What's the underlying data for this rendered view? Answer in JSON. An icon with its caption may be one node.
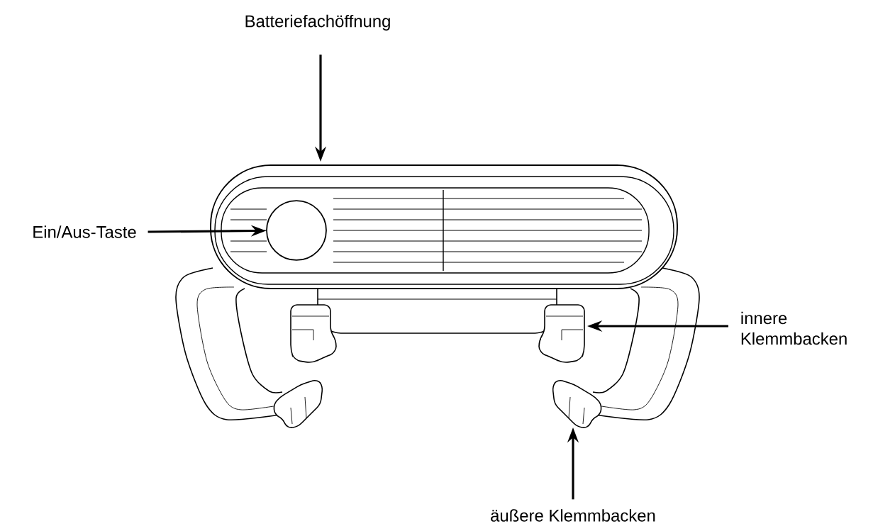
{
  "diagram": {
    "nodes": [
      {
        "text": [
          "Batteriefachöffnung"
        ]
      },
      {
        "text": [
          "Ein/Aus-Taste"
        ]
      },
      {
        "text": [],
        "shape": "circle"
      },
      {
        "text": [
          "innere Klemmbacken"
        ]
      },
      {
        "text": [
          "äußere Klemmbacken"
        ]
      }
    ],
    "edges": [
      {
        "from": 0,
        "to": null,
        "arrow": "to"
      },
      {
        "from": 1,
        "to": 2,
        "arrow": "to"
      },
      {
        "from": 3,
        "to": null,
        "arrow": "to"
      },
      {
        "from": 4,
        "to": null,
        "arrow": "to"
      }
    ]
  }
}
